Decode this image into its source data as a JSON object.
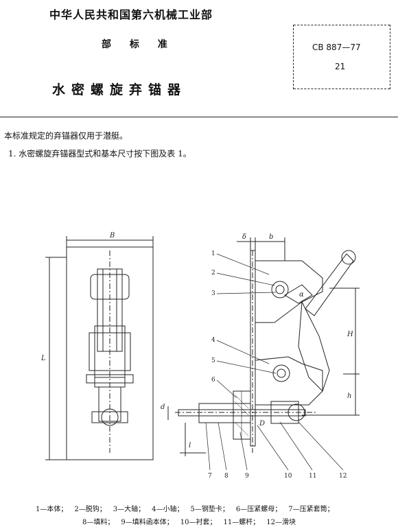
{
  "header": {
    "organization": "中华人民共和国第六机械工业部",
    "standard_type": "部 标 准",
    "title": "水密螺旋弃锚器",
    "standard_code": "CB 887—77",
    "page_number": "21"
  },
  "body": {
    "intro": "本标准规定的弃锚器仅用于潜艇。",
    "clause_1": "1. 水密螺旋弃锚器型式和基本尺寸按下图及表 1。"
  },
  "drawing": {
    "dim_B": "B",
    "dim_L": "L",
    "dim_delta": "δ",
    "dim_b": "b",
    "dim_H": "H",
    "dim_h": "h",
    "dim_d": "d",
    "dim_l": "l",
    "dim_D": "D",
    "dim_alpha": "α",
    "callouts": [
      "1",
      "2",
      "3",
      "4",
      "5",
      "6",
      "7",
      "8",
      "9",
      "10",
      "11",
      "12"
    ]
  },
  "legend": {
    "line1": [
      "1—本体；",
      "2—脱钩；",
      "3—大轴；",
      "4—小轴；",
      "5—钢垫卡；",
      "6—压紧螺母；",
      "7—压紧套筒；"
    ],
    "line2": [
      "8—填料；",
      "9—填料函本体；",
      "10—衬套；",
      "11—螺杆；",
      "12—滑块"
    ]
  }
}
